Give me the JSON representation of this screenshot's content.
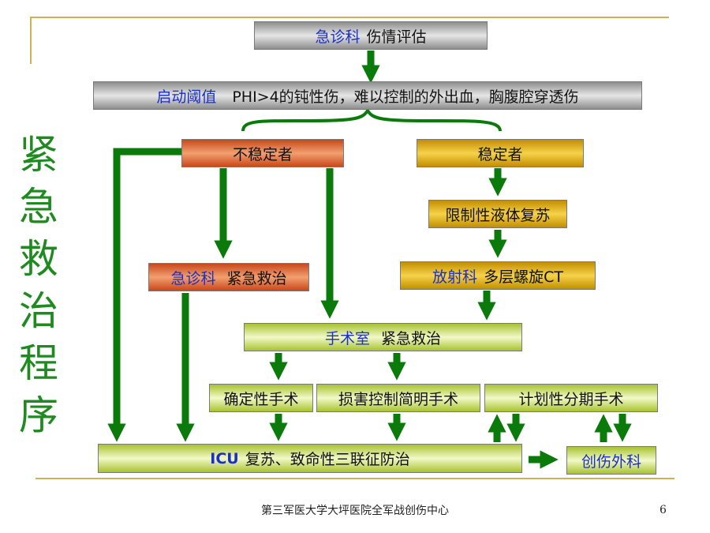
{
  "slide": {
    "vertical_title": [
      "紧",
      "急",
      "救",
      "治",
      "程",
      "序"
    ],
    "footer": "第三军医大学大坪医院全军战创伤中心",
    "page_number": "6"
  },
  "boxes": {
    "triage": {
      "keyword": "急诊科",
      "text": "伤情评估"
    },
    "threshold": {
      "keyword": "启动阈值",
      "text": "PHI>4的钝性伤，难以控制的外出血，胸腹腔穿透伤"
    },
    "unstable": {
      "text": "不稳定者"
    },
    "stable": {
      "text": "稳定者"
    },
    "fluid": {
      "text": "限制性液体复苏"
    },
    "er_rescue": {
      "keyword": "急诊科",
      "text": "紧急救治"
    },
    "radiology": {
      "keyword": "放射科",
      "text": "多层螺旋CT"
    },
    "or_rescue": {
      "keyword": "手术室",
      "text": "紧急救治"
    },
    "definitive": {
      "text": "确定性手术"
    },
    "damage_control": {
      "text": "损害控制简明手术"
    },
    "staged": {
      "text": "计划性分期手术"
    },
    "icu": {
      "keyword": "ICU",
      "text": "复苏、致命性三联征防治"
    },
    "trauma_surgery": {
      "text": "创伤外科"
    }
  },
  "colors": {
    "arrow_green": "#0a7a0a",
    "title_green": "#1f8a1f",
    "keyword_blue": "#1a2ec8",
    "rule_gold": "#c9b25a"
  }
}
